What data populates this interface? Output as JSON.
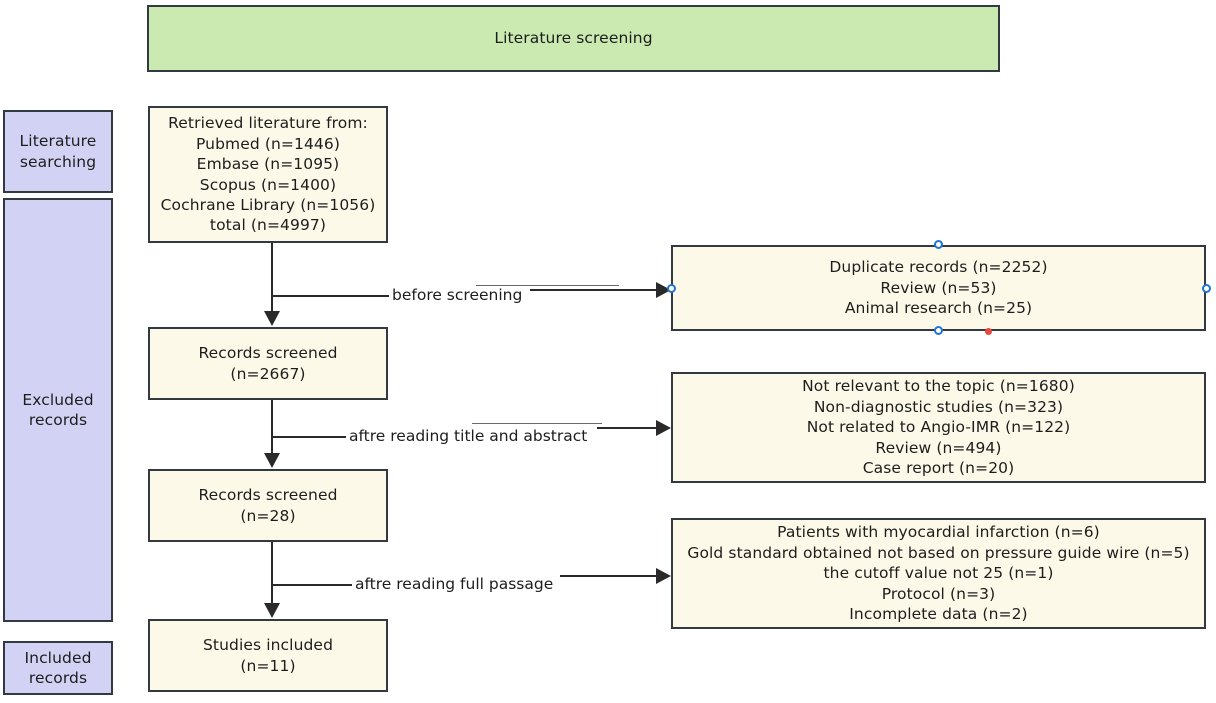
{
  "diagram": {
    "title": "Literature screening",
    "header": {
      "label": "Literature screening",
      "fill": "#cbeab1",
      "stroke": "#333941"
    },
    "stage_labels": [
      {
        "label": "Literature\nsearching",
        "fill": "#d2d3f4"
      },
      {
        "label": "Excluded\nrecords",
        "fill": "#d2d3f4"
      },
      {
        "label": "Included\nrecords",
        "fill": "#d2d3f4"
      }
    ],
    "flow_nodes": [
      {
        "id": "retrieved",
        "label": "Retrieved literature from:\nPubmed (n=1446)\nEmbase (n=1095)\nScopus (n=1400)\nCochrane Library (n=1056)\ntotal (n=4997)",
        "fill": "#fdf9e9"
      },
      {
        "id": "screened-2667",
        "label": "Records screened\n(n=2667)",
        "fill": "#fdf9e9"
      },
      {
        "id": "screened-28",
        "label": "Records screened\n(n=28)",
        "fill": "#fdf9e9"
      },
      {
        "id": "included-11",
        "label": "Studies included\n(n=11)",
        "fill": "#fdf9e9"
      }
    ],
    "exclusion_nodes": [
      {
        "id": "exclusions-before-screening",
        "label": "Duplicate records (n=2252)\nReview (n=53)\nAnimal research (n=25)",
        "fill": "#fdf9e9",
        "selected": true
      },
      {
        "id": "exclusions-title-abstract",
        "label": "Not relevant to the topic (n=1680)\nNon-diagnostic studies (n=323)\nNot related to Angio-IMR (n=122)\nReview (n=494)\nCase report (n=20)",
        "fill": "#fdf9e9",
        "selected": false
      },
      {
        "id": "exclusions-full-passage",
        "label": "Patients with myocardial infarction (n=6)\nGold standard obtained not based on pressure guide wire (n=5)\nthe cutoff value not 25 (n=1)\nProtocol (n=3)\nIncomplete data (n=2)",
        "fill": "#fdf9e9",
        "selected": false
      }
    ],
    "edge_labels": [
      {
        "id": "edge-before-screening",
        "label": "before screening"
      },
      {
        "id": "edge-title-abstract",
        "label": "aftre reading title and abstract"
      },
      {
        "id": "edge-full-passage",
        "label": "aftre reading full passage"
      }
    ],
    "selection": {
      "handle_color": "#1f74d4",
      "marker_color": "#e8483c"
    },
    "colors": {
      "green_fill": "#cbeab1",
      "beige_fill": "#fdf9e9",
      "lavender_fill": "#d2d3f4",
      "stroke": "#333941",
      "line": "#2a2a2a",
      "text": "#1d1d1d"
    }
  }
}
